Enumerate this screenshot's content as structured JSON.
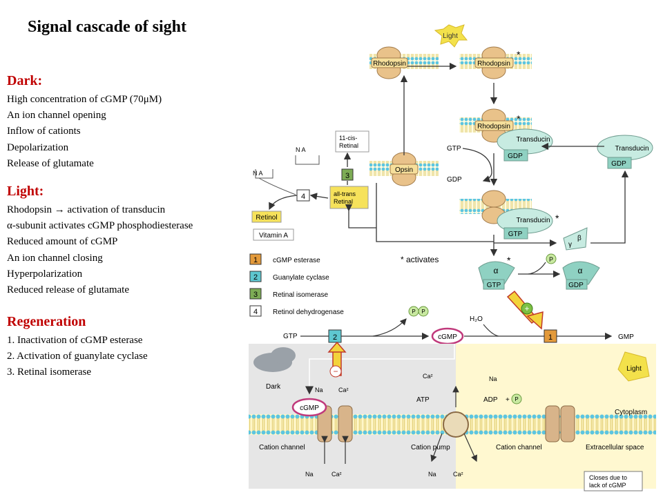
{
  "slide": {
    "title": "Signal cascade of sight",
    "dark": {
      "heading": "Dark:",
      "items": [
        "High concentration of cGMP (70μM)",
        "An ion channel opening",
        "Inflow of cationts",
        "Depolarization",
        "Release of glutamate"
      ]
    },
    "light": {
      "heading": "Light:",
      "items": [
        "Rhodopsin → activation of transducin",
        "α-subunit activates cGMP phosphodiesterase",
        "Reduced amount of cGMP",
        "An ion channel closing",
        "Hyperpolarization",
        "Reduced release of glutamate"
      ]
    },
    "regeneration": {
      "heading": "Regeneration",
      "items": [
        "1. Inactivation of cGMP esterase",
        "2. Activation of guanylate cyclase",
        "3. Retinal isomerase"
      ]
    }
  },
  "diagram": {
    "light_label": "Light",
    "rhodopsin": "Rhodopsin",
    "opsin": "Opsin",
    "star": "*",
    "cis_retinal": "11-cis-\nRetinal",
    "trans_retinal": "all-trans\nRetinal",
    "retinol": "Retinol",
    "vitamin_a": "Vitamin A",
    "na_box": "N A",
    "transducin": "Transducin",
    "gtp": "GTP",
    "gdp": "GDP",
    "alpha": "α",
    "beta": "β",
    "gamma": "γ",
    "p": "P",
    "h2o": "H₂O",
    "cgmp": "cGMP",
    "gmp": "GMP",
    "activates": "* activates",
    "legend": [
      {
        "num": "1",
        "label": "cGMP esterase",
        "color": "#e39a3b"
      },
      {
        "num": "2",
        "label": "Guanylate cyclase",
        "color": "#5ec7d0"
      },
      {
        "num": "3",
        "label": "Retinal isomerase",
        "color": "#7dac55"
      },
      {
        "num": "4",
        "label": "Retinol dehydrogenase",
        "color": "#ffffff"
      }
    ],
    "dark_label": "Dark",
    "light_panel_label": "Light",
    "cytoplasm": "Cytoplasm",
    "extracellular": "Extracellular space",
    "cation_channel": "Cation channel",
    "cation_pump": "Cation pump",
    "atp": "ATP",
    "adp": "ADP",
    "na": "Na",
    "ca2": "Ca²",
    "plus": "+",
    "minus": "−",
    "closes_note": "Closes due to\nlack of cGMP"
  }
}
